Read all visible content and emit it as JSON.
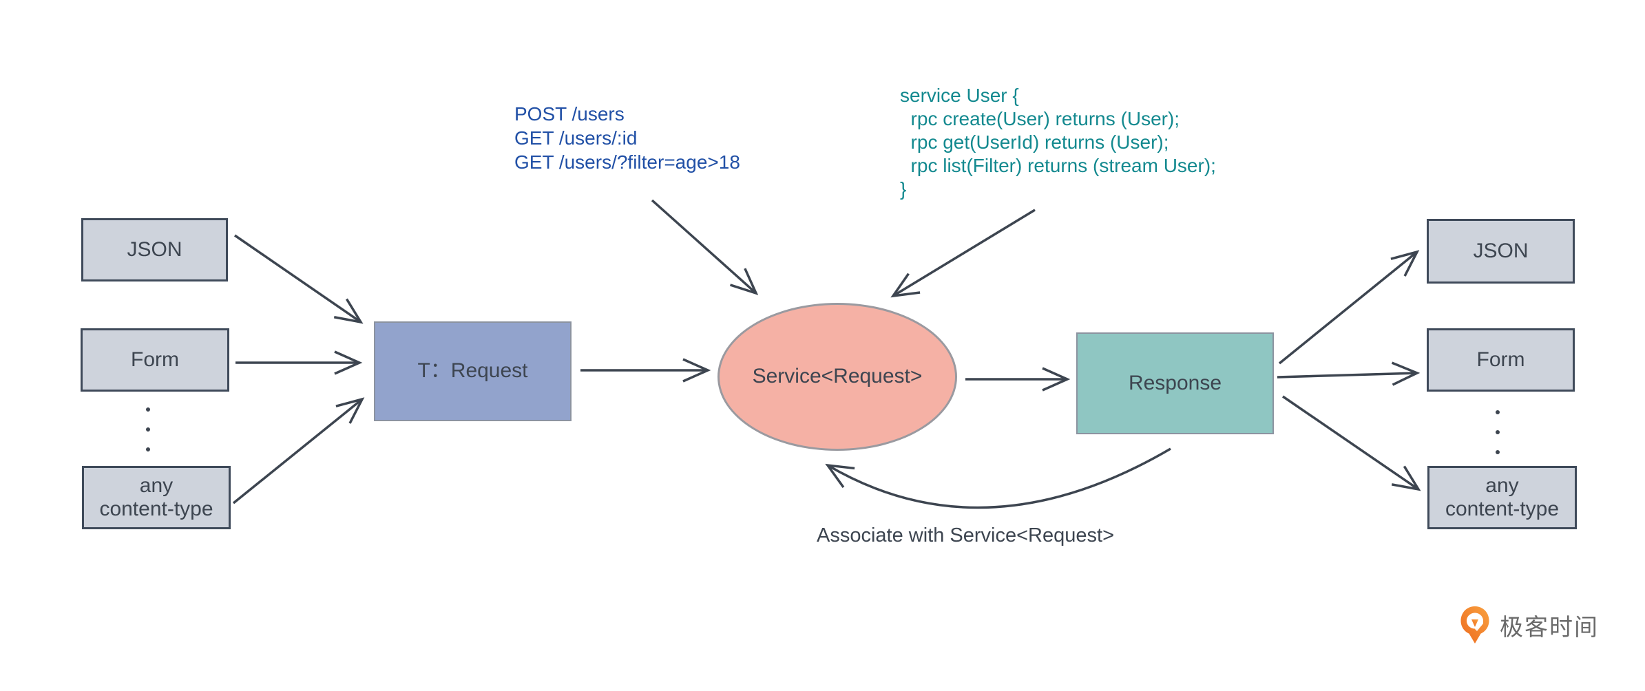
{
  "colors": {
    "line": "#3d4550",
    "gray_box_fill": "#ced3dc",
    "gray_box_border": "#3f4a5a",
    "request_box_fill": "#92a3cc",
    "service_ellipse_fill": "#f5b1a5",
    "response_box_fill": "#8fc6c2",
    "rest_code_text": "#2150a6",
    "grpc_code_text": "#13898f",
    "logo_orange": "#f07c26"
  },
  "rest_code": {
    "lines": [
      "POST /users",
      "GET /users/:id",
      "GET /users/?filter=age>18"
    ]
  },
  "grpc_code": {
    "lines": [
      "service User {",
      "  rpc create(User) returns (User);",
      "  rpc get(UserId) returns (User);",
      "  rpc list(Filter) returns (stream User);",
      "}"
    ]
  },
  "nodes": {
    "left_json": "JSON",
    "left_form": "Form",
    "left_any": "any\ncontent-type",
    "request": "T：Request",
    "service": "Service<Request>",
    "response": "Response",
    "right_json": "JSON",
    "right_form": "Form",
    "right_any": "any\ncontent-type"
  },
  "annotations": {
    "associate": "Associate with Service<Request>"
  },
  "logo": {
    "text": "极客时间"
  }
}
